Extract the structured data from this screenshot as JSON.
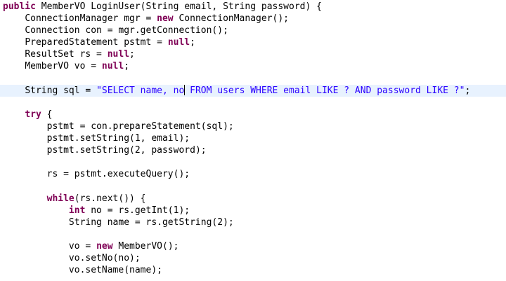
{
  "editor": {
    "colors": {
      "keyword": "#7f0055",
      "string": "#2a00ff",
      "text": "#000000",
      "current_line": "#e8f2fe"
    },
    "lines": [
      {
        "indent": "",
        "tokens": [
          {
            "t": "kw",
            "v": "public"
          },
          {
            "t": "tx",
            "v": " MemberVO LoginUser(String email, String password) {"
          }
        ]
      },
      {
        "indent": "    ",
        "tokens": [
          {
            "t": "tx",
            "v": "ConnectionManager mgr = "
          },
          {
            "t": "kw",
            "v": "new"
          },
          {
            "t": "tx",
            "v": " ConnectionManager();"
          }
        ]
      },
      {
        "indent": "    ",
        "tokens": [
          {
            "t": "tx",
            "v": "Connection con = mgr.getConnection();"
          }
        ]
      },
      {
        "indent": "    ",
        "tokens": [
          {
            "t": "tx",
            "v": "PreparedStatement pstmt = "
          },
          {
            "t": "kw",
            "v": "null"
          },
          {
            "t": "tx",
            "v": ";"
          }
        ]
      },
      {
        "indent": "    ",
        "tokens": [
          {
            "t": "tx",
            "v": "ResultSet rs = "
          },
          {
            "t": "kw",
            "v": "null"
          },
          {
            "t": "tx",
            "v": ";"
          }
        ]
      },
      {
        "indent": "    ",
        "tokens": [
          {
            "t": "tx",
            "v": "MemberVO vo = "
          },
          {
            "t": "kw",
            "v": "null"
          },
          {
            "t": "tx",
            "v": ";"
          }
        ]
      },
      {
        "indent": "",
        "tokens": []
      },
      {
        "indent": "    ",
        "current": true,
        "tokens": [
          {
            "t": "tx",
            "v": "String sql = "
          },
          {
            "t": "str",
            "v": "\"SELECT name, no"
          },
          {
            "t": "caret",
            "v": ""
          },
          {
            "t": "str",
            "v": " FROM users WHERE email LIKE ? AND password LIKE ?\""
          },
          {
            "t": "tx",
            "v": ";"
          }
        ]
      },
      {
        "indent": "",
        "tokens": []
      },
      {
        "indent": "    ",
        "tokens": [
          {
            "t": "kw",
            "v": "try"
          },
          {
            "t": "tx",
            "v": " {"
          }
        ]
      },
      {
        "indent": "        ",
        "tokens": [
          {
            "t": "tx",
            "v": "pstmt = con.prepareStatement(sql);"
          }
        ]
      },
      {
        "indent": "        ",
        "tokens": [
          {
            "t": "tx",
            "v": "pstmt.setString(1, email);"
          }
        ]
      },
      {
        "indent": "        ",
        "tokens": [
          {
            "t": "tx",
            "v": "pstmt.setString(2, password);"
          }
        ]
      },
      {
        "indent": "",
        "tokens": []
      },
      {
        "indent": "        ",
        "tokens": [
          {
            "t": "tx",
            "v": "rs = pstmt.executeQuery();"
          }
        ]
      },
      {
        "indent": "",
        "tokens": []
      },
      {
        "indent": "        ",
        "tokens": [
          {
            "t": "kw",
            "v": "while"
          },
          {
            "t": "tx",
            "v": "(rs.next()) {"
          }
        ]
      },
      {
        "indent": "            ",
        "tokens": [
          {
            "t": "kw",
            "v": "int"
          },
          {
            "t": "tx",
            "v": " no = rs.getInt(1);"
          }
        ]
      },
      {
        "indent": "            ",
        "tokens": [
          {
            "t": "tx",
            "v": "String name = rs.getString(2);"
          }
        ]
      },
      {
        "indent": "",
        "tokens": []
      },
      {
        "indent": "            ",
        "tokens": [
          {
            "t": "tx",
            "v": "vo = "
          },
          {
            "t": "kw",
            "v": "new"
          },
          {
            "t": "tx",
            "v": " MemberVO();"
          }
        ]
      },
      {
        "indent": "            ",
        "tokens": [
          {
            "t": "tx",
            "v": "vo.setNo(no);"
          }
        ]
      },
      {
        "indent": "            ",
        "tokens": [
          {
            "t": "tx",
            "v": "vo.setName(name);"
          }
        ]
      }
    ]
  }
}
